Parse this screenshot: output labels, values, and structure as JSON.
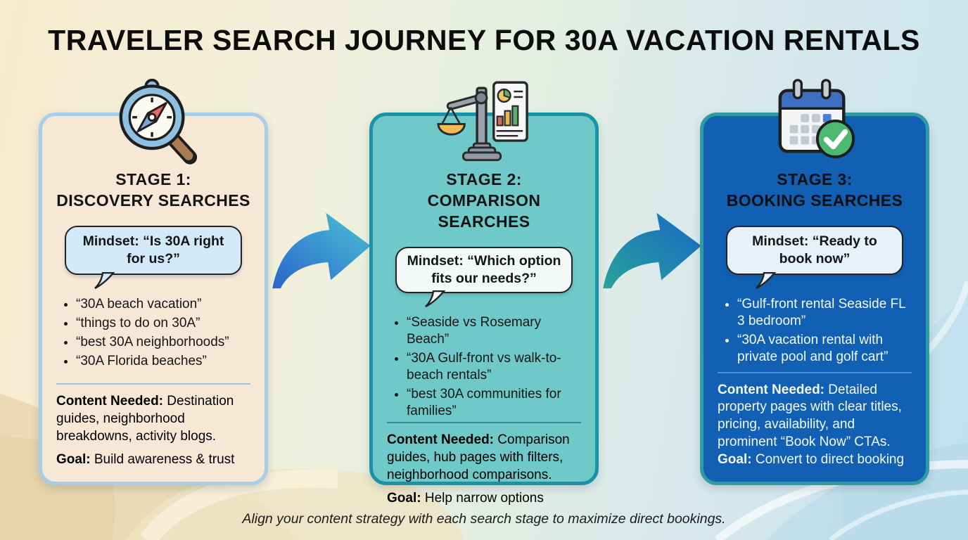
{
  "title": "TRAVELER SEARCH JOURNEY FOR 30A VACATION RENTALS",
  "footer": "Align your content strategy with each search stage to maximize direct bookings.",
  "colors": {
    "stage1_fill": "#f6e8d5",
    "stage1_border": "#a5cee9",
    "stage2_fill": "#6fc9c8",
    "stage2_border": "#1a93a8",
    "stage3_fill": "#1160b4",
    "stage3_border": "#2e9ba5",
    "arrow_blue": "#2a6bd0",
    "arrow_teal": "#3fbccd"
  },
  "stages": [
    {
      "icon": "compass-magnifier-icon",
      "title_line1": "STAGE 1:",
      "title_line2": "DISCOVERY SEARCHES",
      "mindset": "Mindset: “Is 30A right for us?”",
      "bullets": [
        "“30A beach vacation”",
        "“things to do on 30A”",
        "“best 30A neighborhoods”",
        "“30A Florida beaches”"
      ],
      "content_label": "Content Needed:",
      "content_text": "Destination guides, neighborhood breakdowns, activity blogs.",
      "goal_label": "Goal:",
      "goal_text": "Build awareness & trust"
    },
    {
      "icon": "balance-scale-chart-icon",
      "title_line1": "STAGE 2:",
      "title_line2": "COMPARISON SEARCHES",
      "mindset": "Mindset: “Which option fits our needs?”",
      "bullets": [
        "“Seaside vs Rosemary Beach”",
        "“30A Gulf-front vs walk-to-beach rentals”",
        "“best 30A communities for families”"
      ],
      "content_label": "Content Needed:",
      "content_text": "Comparison guides, hub pages with filters, neighborhood comparisons.",
      "goal_label": "Goal:",
      "goal_text": "Help narrow options"
    },
    {
      "icon": "calendar-checkmark-icon",
      "title_line1": "STAGE 3:",
      "title_line2": "BOOKING SEARCHES",
      "mindset": "Mindset: “Ready to book now”",
      "bullets": [
        "“Gulf-front rental Seaside FL 3 bedroom”",
        "“30A vacation rental with private pool and golf cart”"
      ],
      "content_label": "Content Needed:",
      "content_text": "Detailed property pages with clear titles, pricing, availability, and prominent “Book Now” CTAs.",
      "goal_label": "Goal:",
      "goal_text": "Convert to direct booking"
    }
  ]
}
